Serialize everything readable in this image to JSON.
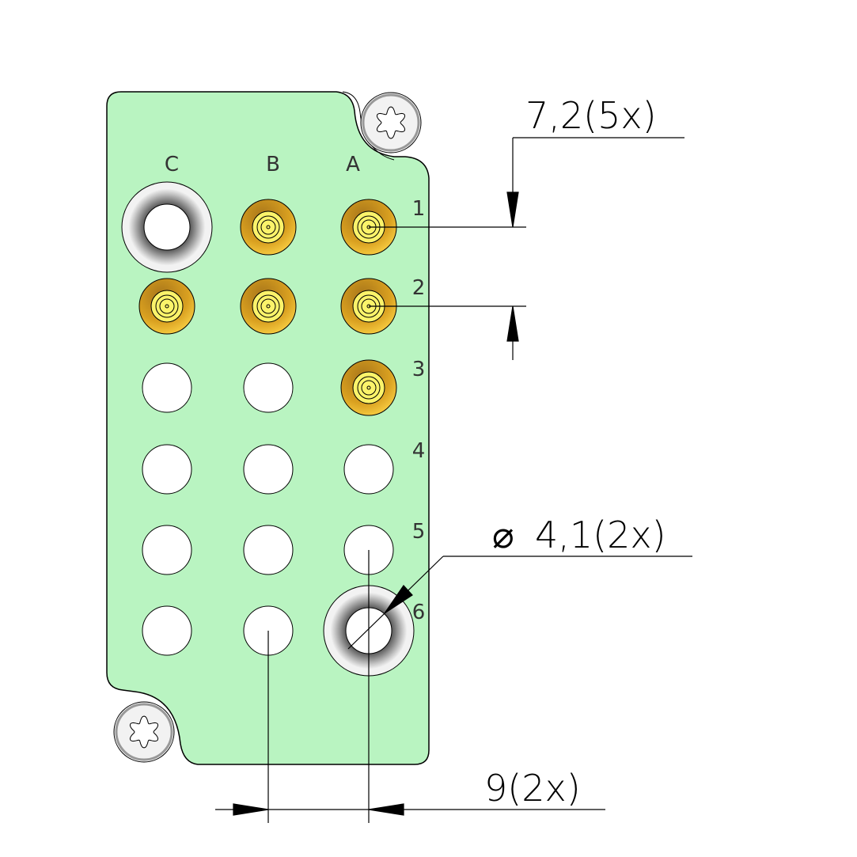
{
  "columns": [
    "C",
    "B",
    "A"
  ],
  "rows": [
    "1",
    "2",
    "3",
    "4",
    "5",
    "6"
  ],
  "grid": [
    [
      "grommet",
      "contact",
      "contact"
    ],
    [
      "contact",
      "contact",
      "contact"
    ],
    [
      "hole",
      "hole",
      "contact"
    ],
    [
      "hole",
      "hole",
      "hole"
    ],
    [
      "hole",
      "hole",
      "hole"
    ],
    [
      "hole",
      "hole",
      "grommet"
    ]
  ],
  "dimensions": {
    "pitch_vertical": "7,2(5x)",
    "hole_diameter_symbol": "⌀",
    "hole_diameter": "4,1(2x)",
    "pitch_horizontal": "9(2x)"
  },
  "colors": {
    "board": "#b9f4c1",
    "gold_outer": "#d9a020",
    "gold_inner": "#fbf36a",
    "grommet": "#f0f0f0"
  },
  "icons": [
    "torx-screw-icon",
    "torx-screw-icon"
  ]
}
